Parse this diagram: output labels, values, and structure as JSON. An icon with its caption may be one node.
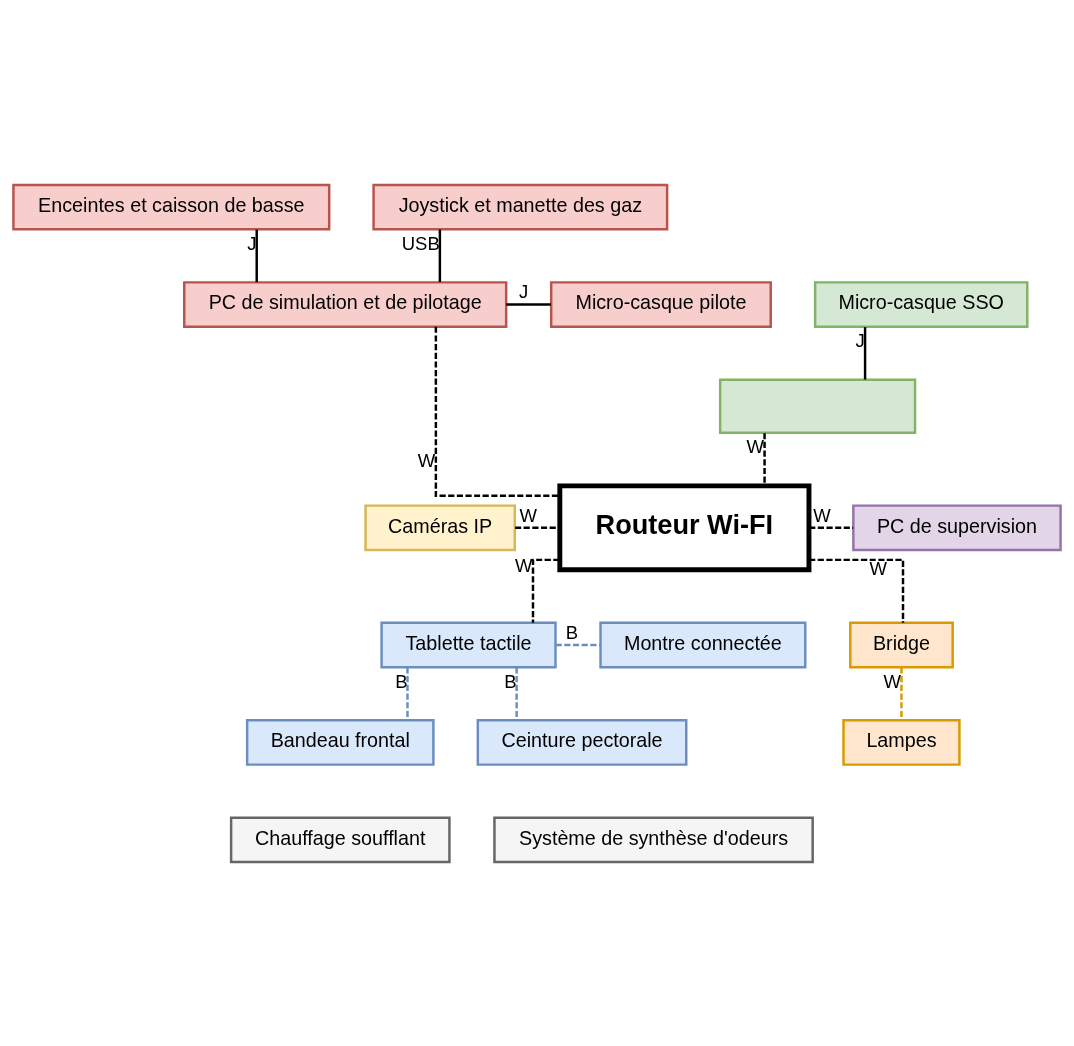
{
  "diagram": {
    "nodes": [
      {
        "text": [
          "Enceintes et caisson de basse"
        ]
      },
      {
        "text": [
          "Joystick et manette des gaz"
        ]
      },
      {
        "text": [
          "Micro-casque SSO"
        ]
      },
      {
        "text": [
          "PC de simulation et de pilotage"
        ]
      },
      {
        "text": [
          "Micro-casque pilote"
        ]
      },
      {
        "text": [],
        "shape": "box"
      },
      {
        "text": [
          "PC de supervision"
        ]
      },
      {
        "text": [
          "Caméras IP"
        ]
      },
      {
        "text": [
          "Routeur Wi-FI"
        ]
      },
      {
        "text": [
          "Montre connectée"
        ]
      },
      {
        "text": [
          "Tablette tactile"
        ]
      },
      {
        "text": [
          "Bridge"
        ]
      },
      {
        "text": [
          "Bandeau frontal"
        ]
      },
      {
        "text": [
          "Ceinture pectorale"
        ]
      },
      {
        "text": [
          "Lampes"
        ]
      },
      {
        "text": [
          "Chauffage soufflant"
        ]
      },
      {
        "text": [
          "Système de synthèse d'odeurs"
        ]
      }
    ],
    "edges": [
      {
        "from": 0,
        "to": 3,
        "arrow": "none",
        "label": "J"
      },
      {
        "from": 3,
        "to": 1,
        "arrow": "none",
        "label": "USB"
      },
      {
        "from": 3,
        "to": 4,
        "arrow": "none",
        "label": "J"
      },
      {
        "from": 2,
        "to": 5,
        "arrow": "none",
        "label": "J"
      },
      {
        "from": 5,
        "to": 8,
        "arrow": "none",
        "label": "W",
        "style": "dashed"
      },
      {
        "from": 3,
        "to": 8,
        "arrow": "none",
        "label": "W",
        "style": "dashed"
      },
      {
        "from": 8,
        "to": 6,
        "arrow": "none",
        "label": "W",
        "style": "dashed"
      },
      {
        "from": 7,
        "to": 8,
        "arrow": "none",
        "label": "W",
        "style": "dashed"
      },
      {
        "from": 8,
        "to": 11,
        "arrow": "none",
        "label": "W",
        "style": "dashed"
      },
      {
        "from": 8,
        "to": 10,
        "arrow": "none",
        "label": "W",
        "style": "dashed"
      },
      {
        "from": 10,
        "to": 9,
        "arrow": "none",
        "label": "B",
        "style": "dashed",
        "color": "#6c8ebf"
      },
      {
        "from": 10,
        "to": 12,
        "arrow": "none",
        "label": "B",
        "style": "dashed",
        "color": "#6c8ebf"
      },
      {
        "from": 10,
        "to": 13,
        "arrow": "none",
        "label": "B",
        "style": "dashed",
        "color": "#6c8ebf"
      },
      {
        "from": 11,
        "to": 14,
        "arrow": "none",
        "label": "W",
        "style": "dashed",
        "color": "#d79b00"
      }
    ]
  }
}
